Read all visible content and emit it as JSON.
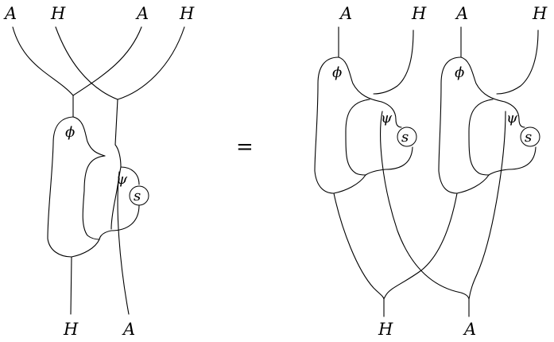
{
  "left": {
    "top_labels": [
      "A",
      "H",
      "A",
      "H"
    ],
    "bottom_labels": [
      "H",
      "A"
    ],
    "nodes": {
      "phi": "ϕ",
      "psi": "ψ",
      "s": "s"
    }
  },
  "equals": "=",
  "right": {
    "top_labels": [
      "A",
      "H",
      "A",
      "H"
    ],
    "bottom_labels": [
      "H",
      "A"
    ],
    "left_block": {
      "phi": "ϕ",
      "psi": "ψ",
      "s": "s"
    },
    "right_block": {
      "phi": "ϕ",
      "psi": "ψ",
      "s": "s"
    }
  }
}
